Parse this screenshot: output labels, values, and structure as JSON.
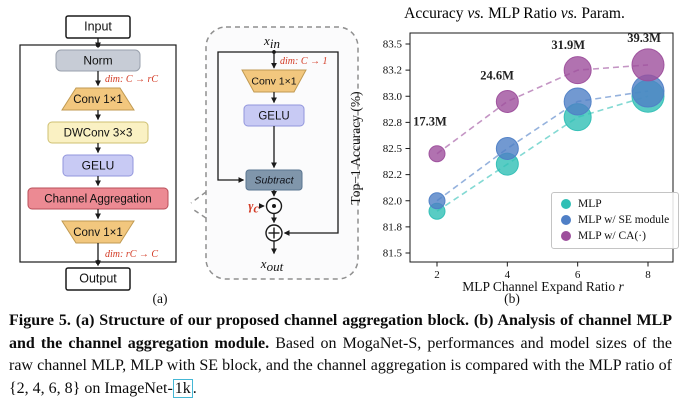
{
  "labels": {
    "a": "(a)",
    "b": "(b)"
  },
  "panel_a": {
    "input": "Input",
    "norm": "Norm",
    "dim_expand": "dim: C → rC",
    "conv1": "Conv 1×1",
    "dwconv": "DWConv 3×3",
    "gelu": "GELU",
    "channel_agg": "Channel Aggregation",
    "conv2": "Conv 1×1",
    "dim_reduce": "dim: rC → C",
    "output": "Output"
  },
  "detail": {
    "x_in_base": "x",
    "x_in_sub": "in",
    "dim": "dim: C → 1",
    "conv": "Conv 1×1",
    "gelu": "GELU",
    "subtract": "Subtract",
    "gamma_base": "γ",
    "gamma_sub": "c",
    "x_out_base": "x",
    "x_out_sub": "out"
  },
  "chart_data": {
    "type": "scatter",
    "title": "Accuracy vs. MLP Ratio vs. Param.",
    "title_parts": [
      "Accuracy ",
      "vs.",
      " MLP Ratio ",
      "vs.",
      " Param."
    ],
    "xlabel": "MLP Channel Expand Ratio r",
    "xlabel_main": "MLP Channel Expand Ratio ",
    "xlabel_var": "r",
    "ylabel": "Top−1 Accuracy (%)",
    "x": [
      2,
      4,
      6,
      8
    ],
    "x_tick_labels": [
      "2",
      "4",
      "6",
      "8"
    ],
    "y_ticks": [
      83.5,
      83.25,
      83.0,
      82.75,
      82.5,
      82.25,
      82.0,
      81.75,
      81.5
    ],
    "y_tick_labels": [
      "83.5",
      "83.2",
      "83.0",
      "82.8",
      "82.5",
      "82.2",
      "82.0",
      "81.8",
      "81.5"
    ],
    "xlim": [
      1.2,
      8.7
    ],
    "ylim": [
      81.4,
      83.6
    ],
    "grid": false,
    "legend_position": "lower right",
    "series": [
      {
        "name": "MLP",
        "color": "#30bfb5",
        "values": [
          81.9,
          82.35,
          82.8,
          83.0
        ]
      },
      {
        "name": "MLP w/ SE module",
        "color": "#4f7fc6",
        "values": [
          82.0,
          82.5,
          82.95,
          83.05
        ]
      },
      {
        "name": "MLP w/ CA(·)",
        "color": "#9d4f9c",
        "values": [
          82.45,
          82.95,
          83.25,
          83.3
        ]
      }
    ],
    "bubble_radii": [
      8,
      11,
      13.5,
      16
    ],
    "param_sizes": [
      "17.3M",
      "24.6M",
      "31.9M",
      "39.3M"
    ],
    "annotations": [
      {
        "label": "17.3M",
        "x": 1.8,
        "y": 82.72
      },
      {
        "label": "24.6M",
        "x": 3.71,
        "y": 83.16
      },
      {
        "label": "31.9M",
        "x": 5.73,
        "y": 83.45
      },
      {
        "label": "39.3M",
        "x": 7.89,
        "y": 83.52
      }
    ]
  },
  "caption": {
    "bold": "Figure 5. (a) Structure of our proposed channel aggregation block. (b) Analysis of channel MLP and the channel aggregation module.",
    "rest": " Based on MogaNet-S, performances and model sizes of the raw channel MLP, MLP with SE block, and the channel aggregation is compared with the MLP ratio of {2, 4, 6, 8} on ImageNet-",
    "dataset_link": "1k",
    "period": "."
  }
}
